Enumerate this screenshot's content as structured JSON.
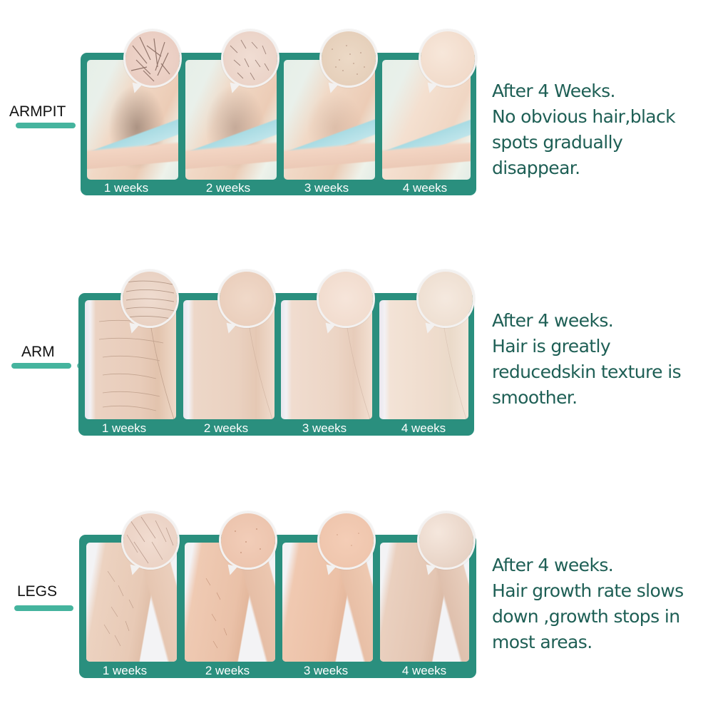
{
  "colors": {
    "panel_green": "#2a8f7e",
    "pill_green": "#45b49e",
    "description_text": "#1e5f55",
    "label_text": "#111111",
    "week_label_text": "#ffffff"
  },
  "sections": [
    {
      "id": "armpit",
      "label": "ARMPIT",
      "weeks": [
        "1 weeks",
        "2 weeks",
        "3 weeks",
        "4 weeks"
      ],
      "description": [
        "After 4 Weeks.",
        "No obvious hair,black",
        "spots gradually",
        "disappear."
      ],
      "hair_levels": [
        4,
        3,
        1,
        0
      ]
    },
    {
      "id": "arm",
      "label": "ARM",
      "weeks": [
        "1 weeks",
        "2 weeks",
        "3 weeks",
        "4 weeks"
      ],
      "description": [
        "After 4 weeks.",
        "Hair is greatly",
        "reducedskin texture is",
        "smoother."
      ],
      "hair_levels": [
        3,
        1,
        1,
        0
      ]
    },
    {
      "id": "legs",
      "label": "LEGS",
      "weeks": [
        "1 weeks",
        "2 weeks",
        "3 weeks",
        "4 weeks"
      ],
      "description": [
        "After 4 weeks.",
        "Hair growth rate slows",
        "down ,growth stops in",
        "most areas."
      ],
      "hair_levels": [
        3,
        2,
        1,
        0
      ]
    }
  ]
}
